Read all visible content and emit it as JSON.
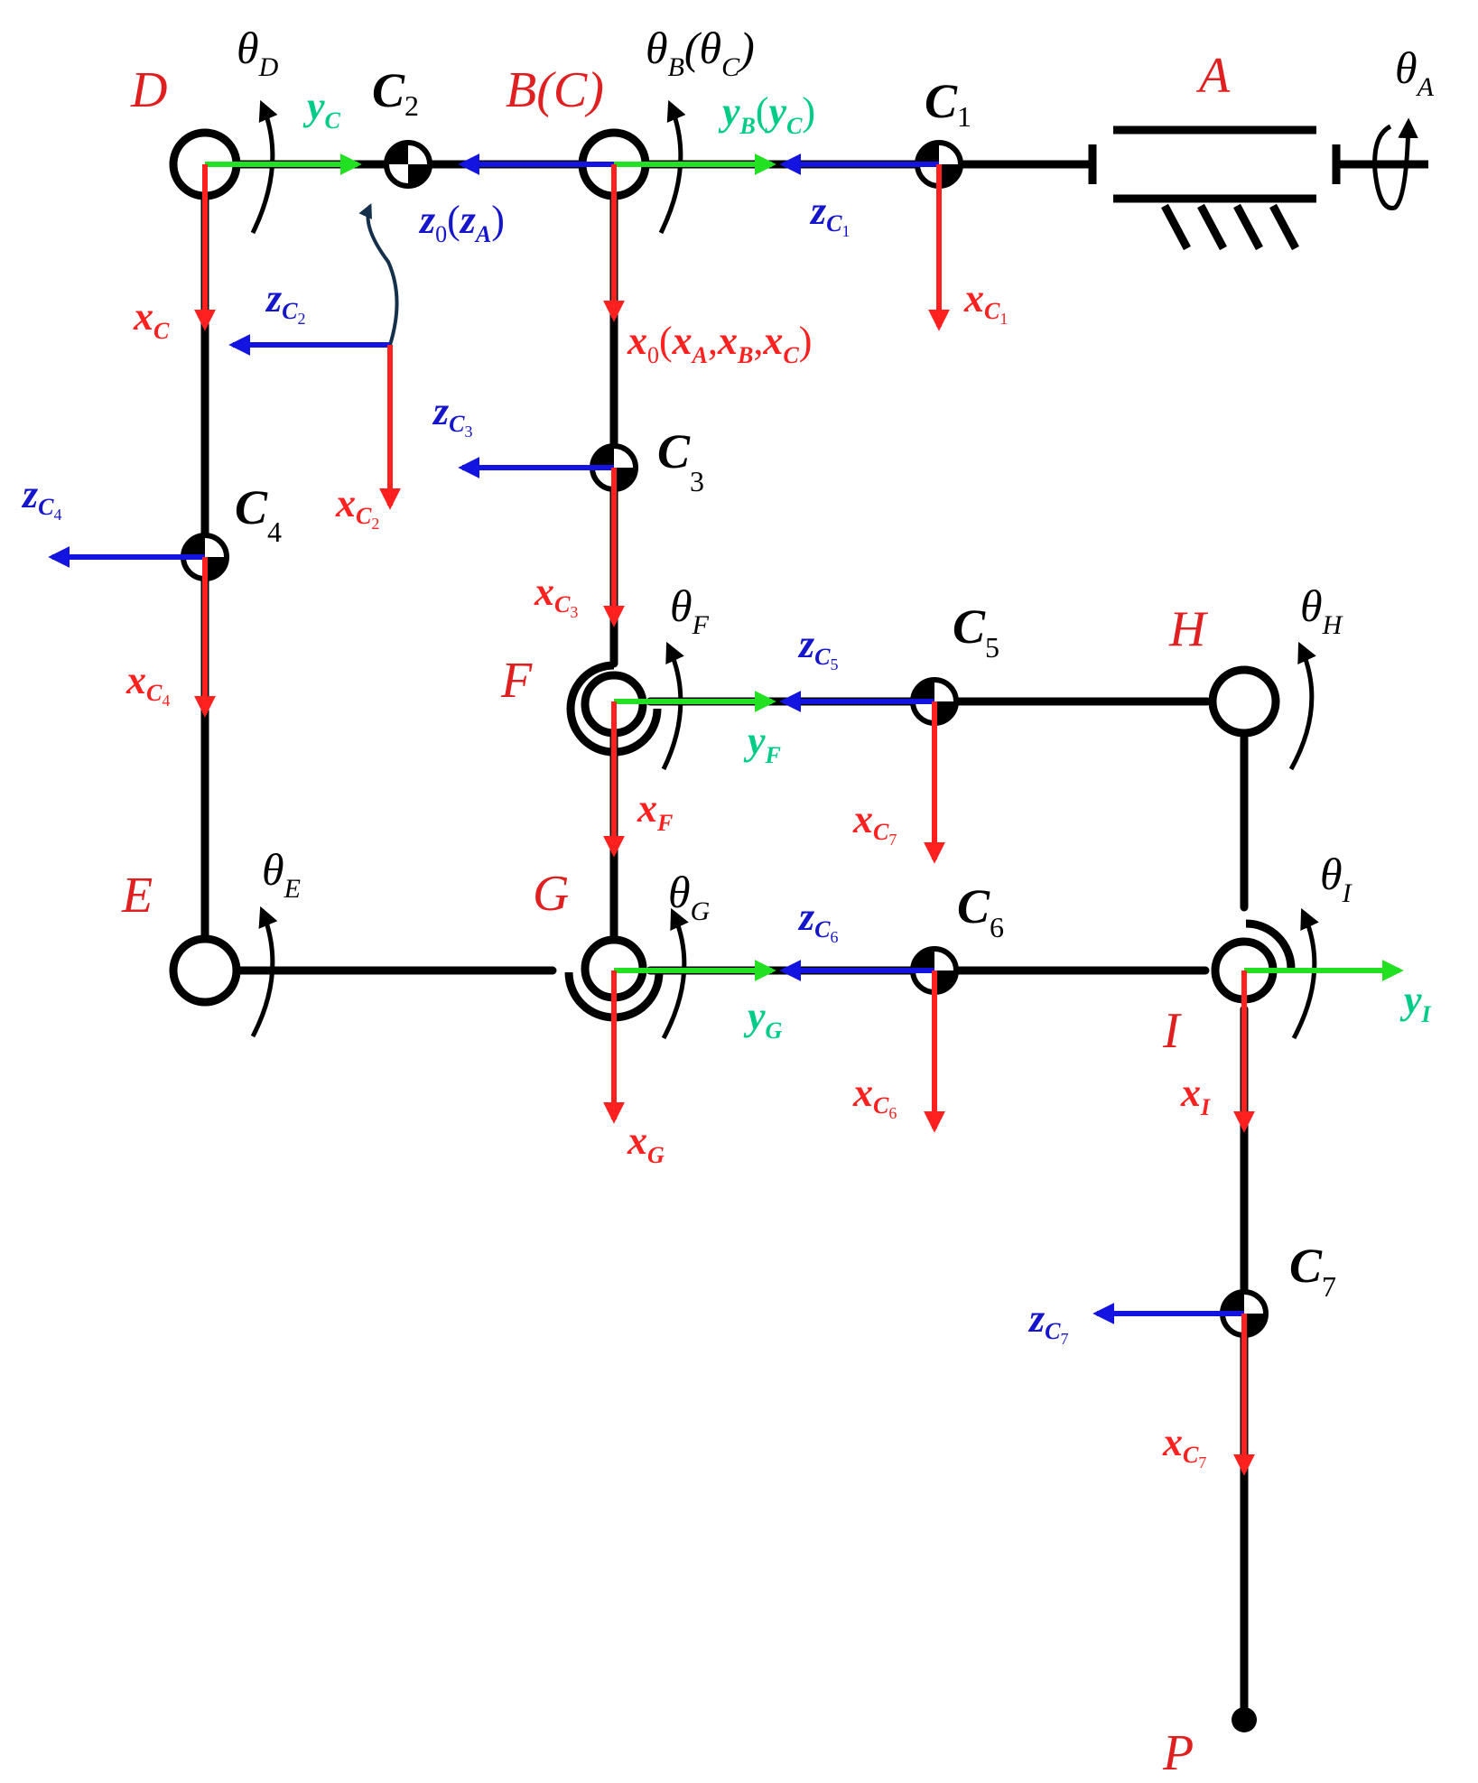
{
  "colors": {
    "link": "#000000",
    "x_axis": "#ff2020",
    "y_axis": "#22e022",
    "z_axis": "#1414e0",
    "joint_label": "#e02020",
    "y_label": "#00cc88",
    "z_label": "#1515cc",
    "x_label": "#ff2020",
    "rotation": "#000000",
    "leader": "#14304a"
  },
  "joints": {
    "A": {
      "name": "A",
      "theta_base": "θ",
      "theta_sub": "A"
    },
    "BC": {
      "name": "B(C)",
      "theta_base": "θ",
      "theta_sub": "B",
      "theta_extra_base": "(θ",
      "theta_extra_sub": "C",
      "theta_extra_close": ")"
    },
    "D": {
      "name": "D",
      "theta_base": "θ",
      "theta_sub": "D"
    },
    "E": {
      "name": "E",
      "theta_base": "θ",
      "theta_sub": "E"
    },
    "F": {
      "name": "F",
      "theta_base": "θ",
      "theta_sub": "F"
    },
    "G": {
      "name": "G",
      "theta_base": "θ",
      "theta_sub": "G"
    },
    "H": {
      "name": "H",
      "theta_base": "θ",
      "theta_sub": "H"
    },
    "I": {
      "name": "I",
      "theta_base": "θ",
      "theta_sub": "I"
    },
    "P": {
      "name": "P"
    }
  },
  "centers_of_mass": [
    {
      "id": "C1",
      "base": "C",
      "sub": "1"
    },
    {
      "id": "C2",
      "base": "C",
      "sub": "2"
    },
    {
      "id": "C3",
      "base": "C",
      "sub": "3"
    },
    {
      "id": "C4",
      "base": "C",
      "sub": "4"
    },
    {
      "id": "C5",
      "base": "C",
      "sub": "5"
    },
    {
      "id": "C6",
      "base": "C",
      "sub": "6"
    },
    {
      "id": "C7",
      "base": "C",
      "sub": "7"
    }
  ],
  "axis_labels": {
    "yC": {
      "base": "y",
      "sub": "C"
    },
    "yB_yC": {
      "base": "y",
      "sub": "B",
      "extra_open": "(",
      "extra_base": "y",
      "extra_sub": "C",
      "extra_close": ")"
    },
    "z0_zA": {
      "base": "z",
      "sub": "0",
      "extra_open": "(",
      "extra_base": "z",
      "extra_sub": "A",
      "extra_close": ")"
    },
    "zC1": {
      "base": "z",
      "sub": "C",
      "subsub": "1"
    },
    "xC1": {
      "base": "x",
      "sub": "C",
      "subsub": "1"
    },
    "xC": {
      "base": "x",
      "sub": "C"
    },
    "zC2": {
      "base": "z",
      "sub": "C",
      "subsub": "2"
    },
    "xC2": {
      "base": "x",
      "sub": "C",
      "subsub": "2"
    },
    "x0_full": {
      "base": "x",
      "sub": "0",
      "text": "(x_A , x_B , x_C)",
      "p_open": "(",
      "a_base": "x",
      "a_sub": "A",
      "comma1": ",",
      "b_base": "x",
      "b_sub": "B",
      "comma2": ",",
      "c_base": "x",
      "c_sub": "C",
      "p_close": ")"
    },
    "zC3": {
      "base": "z",
      "sub": "C",
      "subsub": "3"
    },
    "xC3": {
      "base": "x",
      "sub": "C",
      "subsub": "3"
    },
    "zC4": {
      "base": "z",
      "sub": "C",
      "subsub": "4"
    },
    "xC4": {
      "base": "x",
      "sub": "C",
      "subsub": "4"
    },
    "zC5": {
      "base": "z",
      "sub": "C",
      "subsub": "5"
    },
    "yF": {
      "base": "y",
      "sub": "F"
    },
    "xF": {
      "base": "x",
      "sub": "F"
    },
    "xC7a": {
      "base": "x",
      "sub": "C",
      "subsub": "7"
    },
    "zC6": {
      "base": "z",
      "sub": "C",
      "subsub": "6"
    },
    "yG": {
      "base": "y",
      "sub": "G"
    },
    "xG": {
      "base": "x",
      "sub": "G"
    },
    "xC6": {
      "base": "x",
      "sub": "C",
      "subsub": "6"
    },
    "yI": {
      "base": "y",
      "sub": "I"
    },
    "xI": {
      "base": "x",
      "sub": "I"
    },
    "zC7": {
      "base": "z",
      "sub": "C",
      "subsub": "7"
    },
    "xC7b": {
      "base": "x",
      "sub": "C",
      "subsub": "7"
    }
  }
}
